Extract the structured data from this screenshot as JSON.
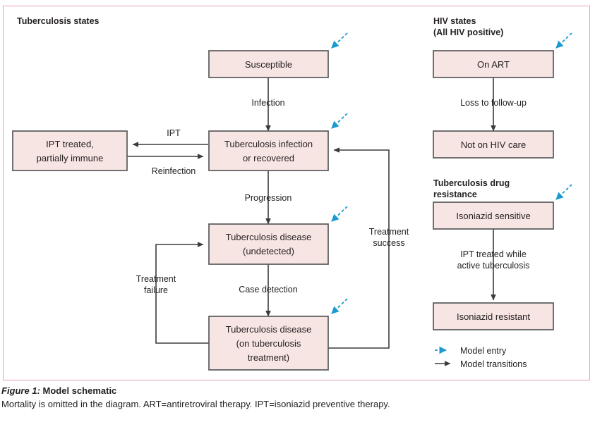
{
  "figure": {
    "number_label": "Figure 1:",
    "title": "Model schematic",
    "note": "Mortality is omitted in the diagram. ART=antiretroviral therapy. IPT=isoniazid preventive therapy."
  },
  "sections": {
    "tuberculosis_states": {
      "title": "Tuberculosis states"
    },
    "hiv_states": {
      "title_line1": "HIV states",
      "title_line2": "(All HIV positive)"
    },
    "drug_resistance": {
      "title_line1": "Tuberculosis drug",
      "title_line2": "resistance"
    }
  },
  "nodes": {
    "susceptible": {
      "line1": "Susceptible"
    },
    "tb_infection": {
      "line1": "Tuberculosis infection",
      "line2": "or recovered"
    },
    "ipt_treated": {
      "line1": "IPT treated,",
      "line2": "partially immune"
    },
    "tb_disease_undetected": {
      "line1": "Tuberculosis disease",
      "line2": "(undetected)"
    },
    "tb_disease_on_treatment": {
      "line1": "Tuberculosis disease",
      "line2": "(on tuberculosis",
      "line3": "treatment)"
    },
    "on_art": {
      "line1": "On ART"
    },
    "not_on_hiv_care": {
      "line1": "Not on HIV care"
    },
    "isoniazid_sensitive": {
      "line1": "Isoniazid sensitive"
    },
    "isoniazid_resistant": {
      "line1": "Isoniazid resistant"
    }
  },
  "edges": {
    "infection": {
      "label": "Infection"
    },
    "ipt": {
      "label": "IPT"
    },
    "reinfection": {
      "label": "Reinfection"
    },
    "progression": {
      "label": "Progression"
    },
    "case_detection": {
      "label": "Case detection"
    },
    "treatment_failure": {
      "line1": "Treatment",
      "line2": "failure"
    },
    "treatment_success": {
      "line1": "Treatment",
      "line2": "success"
    },
    "loss_to_follow_up": {
      "label": "Loss to follow-up"
    },
    "ipt_while_active": {
      "line1": "IPT treated while",
      "line2": "active tuberculosis"
    }
  },
  "legend": {
    "entry": "Model entry",
    "transitions": "Model transitions"
  },
  "colors": {
    "node_fill": "#f7e5e3",
    "node_stroke": "#58595b",
    "panel_border": "#e79fae",
    "entry_arrow": "#1b9ad1",
    "transition_arrow": "#3b3b3b",
    "text": "#231f20"
  }
}
